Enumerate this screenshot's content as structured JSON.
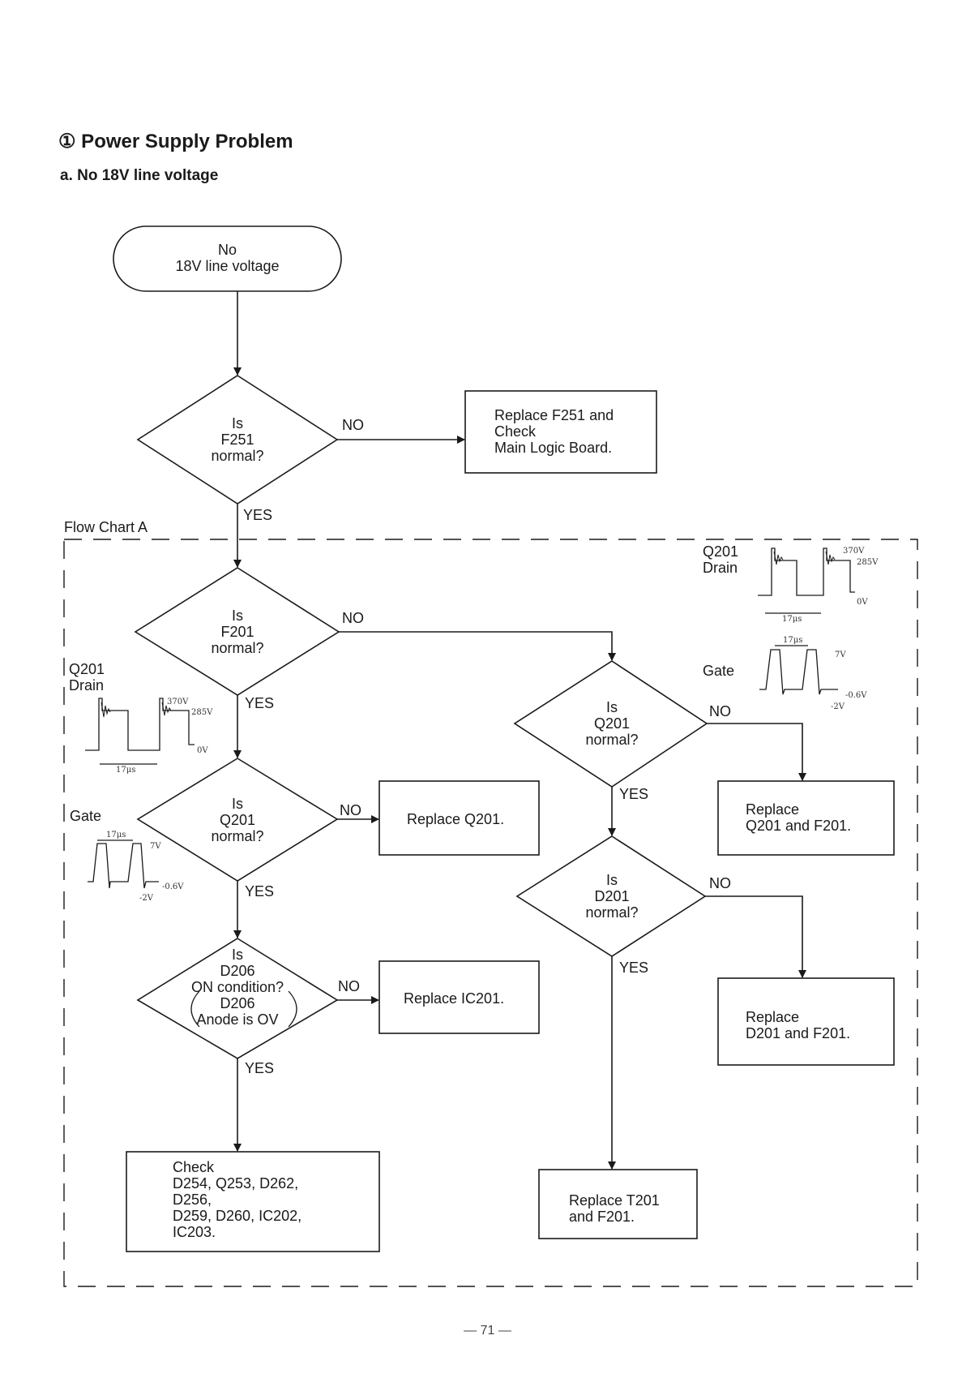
{
  "header": {
    "title": "① Power Supply Problem",
    "subtitle": "a. No 18V line voltage"
  },
  "flowchart": {
    "start": "No\n18V line voltage",
    "region_label": "Flow Chart A",
    "decisions": {
      "f251": "Is\nF251\nnormal?",
      "f201": "Is\nF201\nnormal?",
      "q201_left": "Is\nQ201\nnormal?",
      "d206": "Is\nD206\nON condition?\nD206\nAnode is OV",
      "q201_right": "Is\nQ201\nnormal?",
      "d201": "Is\nD201\nnormal?"
    },
    "actions": {
      "replace_f251": "Replace F251 and\nCheck\nMain Logic Board.",
      "replace_q201": "Replace Q201.",
      "replace_ic201": "Replace IC201.",
      "check_list": "Check\nD254,    Q253,    D262,\nD256,\nD259,    D260,    IC202,\nIC203.",
      "replace_q201_f201": "Replace\nQ201 and F201.",
      "replace_d201_f201": "Replace\nD201 and F201.",
      "replace_t201_f201": "Replace T201\nand F201."
    },
    "branch_labels": {
      "yes": "YES",
      "no": "NO"
    }
  },
  "waveforms": {
    "drain_label": "Q201\nDrain",
    "drain_peak": "370V",
    "drain_level": "285V",
    "drain_low": "0V",
    "drain_period": "17μs",
    "gate_label": "Gate",
    "gate_period": "17μs",
    "gate_high": "7V",
    "gate_low": "-0.6V",
    "gate_spike": "-2V"
  },
  "footer": {
    "page_number": "— 71 —"
  }
}
